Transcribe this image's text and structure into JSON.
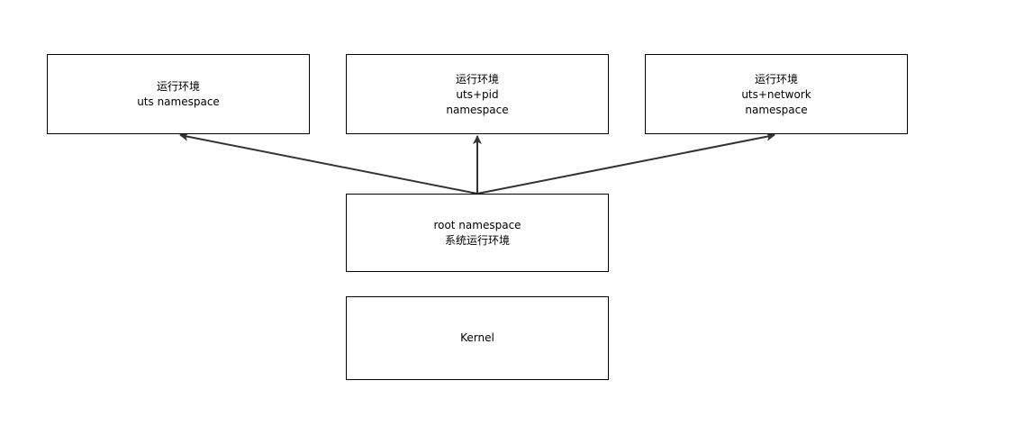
{
  "boxes": {
    "uts": {
      "line1": "运行环境",
      "line2": "uts namespace"
    },
    "uts_pid": {
      "line1": "运行环境",
      "line2": "uts+pid",
      "line3": "namespace"
    },
    "uts_network": {
      "line1": "运行环境",
      "line2": "uts+network",
      "line3": "namespace"
    },
    "root": {
      "line1": "root namespace",
      "line2": "系统运行环境"
    },
    "kernel": {
      "line1": "Kernel"
    }
  },
  "colors": {
    "stroke": "#000000",
    "arrow": "#333333",
    "background": "#ffffff"
  }
}
